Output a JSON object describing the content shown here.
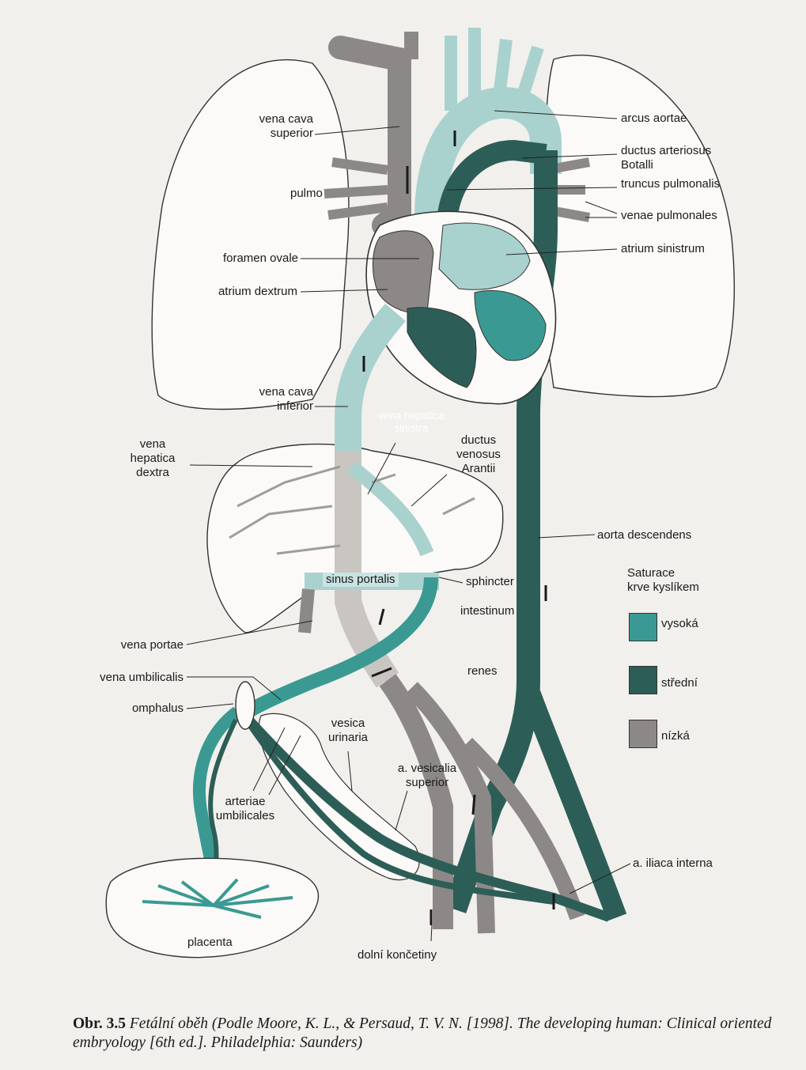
{
  "colors": {
    "high": "#3a9a93",
    "medium": "#2c5e57",
    "low": "#8d8888",
    "light": "#a9d2cf",
    "lightgrey": "#c9c6c2",
    "organ": "#fbfaf8",
    "ink": "#1a1a1a"
  },
  "labels": {
    "vena_cava_superior": "vena cava\nsuperior",
    "pulmo": "pulmo",
    "foramen_ovale": "foramen ovale",
    "atrium_dextrum": "atrium dextrum",
    "vena_cava_inferior": "vena cava\ninferior",
    "vena_hepatica_dextra": "vena\nhepatica\ndextra",
    "vena_hepatica_sinistra": "vena hepatica\nsinistra",
    "ductus_venosus": "ductus\nvenosus\nArantii",
    "sinus_portalis": "sinus portalis",
    "vena_portae": "vena portae",
    "vena_umbilicalis": "vena umbilicalis",
    "omphalus": "omphalus",
    "vesica_urinaria": "vesica\nurinaria",
    "a_vesicalia_superior": "a. vesicalia\nsuperior",
    "arteriae_umbilicales": "arteriae\numbilicales",
    "placenta": "placenta",
    "dolni_koncetiny": "dolní končetiny",
    "arcus_aortae": "arcus aortae",
    "ductus_arteriosus": "ductus arteriosus\nBotalli",
    "truncus_pulmonalis": "truncus pulmonalis",
    "venae_pulmonales": "venae pulmonales",
    "atrium_sinistrum": "atrium sinistrum",
    "aorta_descendens": "aorta descendens",
    "sphincter": "sphincter",
    "intestinum": "intestinum",
    "renes": "renes",
    "a_iliaca_interna": "a. iliaca interna"
  },
  "legend": {
    "title": "Saturace\nkrve kyslíkem",
    "items": [
      {
        "label": "vysoká",
        "color": "#3a9a93"
      },
      {
        "label": "střední",
        "color": "#2c5e57"
      },
      {
        "label": "nízká",
        "color": "#8d8888"
      }
    ]
  },
  "caption": {
    "number": "Obr. 3.5",
    "text": "Fetální oběh (Podle Moore, K. L., & Persaud, T. V. N. [1998]. The developing human: Clinical oriented embryology [6th ed.]. Philadelphia: Saunders)"
  }
}
